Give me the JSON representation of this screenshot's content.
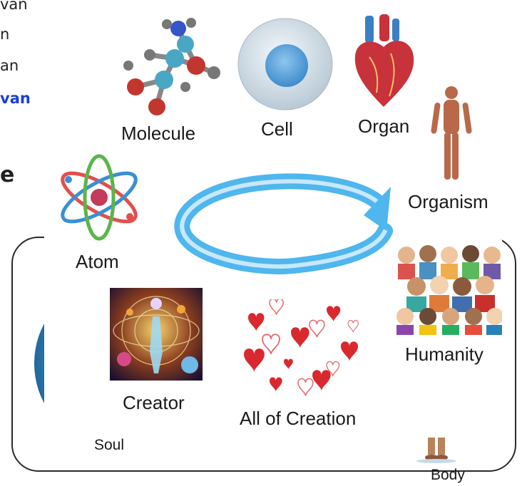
{
  "side_text": {
    "line1": "van",
    "line2": "n",
    "line3": "an",
    "line4": "van",
    "line5": "e"
  },
  "labels": {
    "molecule": "Molecule",
    "cell": "Cell",
    "organ": "Organ",
    "organism": "Organism",
    "atom": "Atom",
    "humanity": "Humanity",
    "creator": "Creator",
    "all_of_creation": "All of Creation",
    "soul": "Soul",
    "body": "Body"
  },
  "colors": {
    "arrow": "#4fb6ee",
    "accent_blue": "#1a3fd6",
    "heart": "#d9282e"
  }
}
